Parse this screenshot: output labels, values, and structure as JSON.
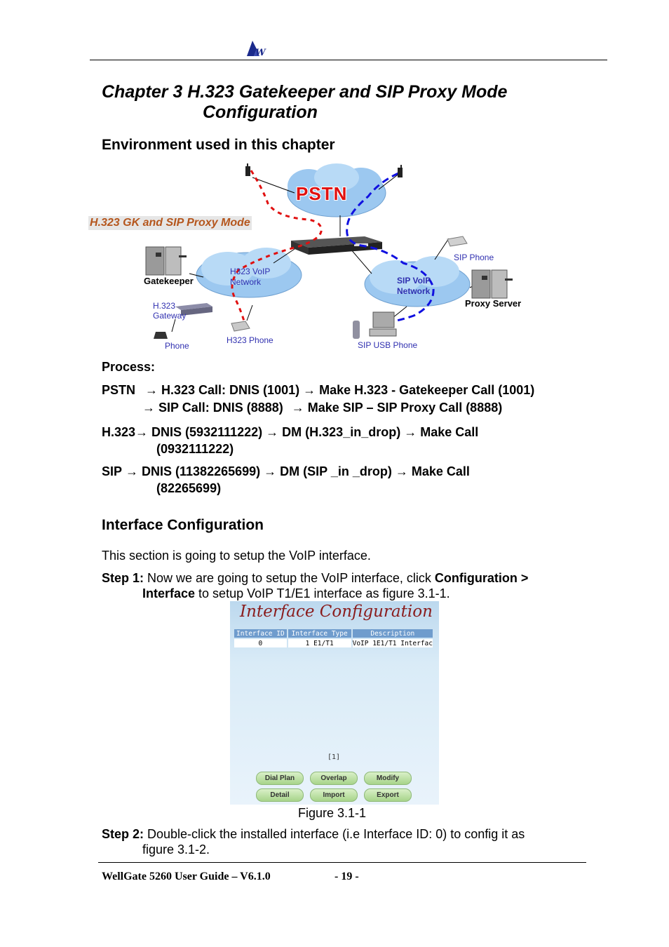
{
  "header": {
    "logo_icon": "wellgate-logo-icon"
  },
  "chapter": {
    "title_line1": "Chapter 3 H.323 Gatekeeper and SIP Proxy Mode",
    "title_line2": "Configuration"
  },
  "env_section": {
    "heading": "Environment used in this chapter"
  },
  "diagram": {
    "banner": "H.323 GK and SIP Proxy Mode",
    "pstn": "PSTN",
    "gatekeeper": "Gatekeeper",
    "h323_network_l1": "H323 VoIP",
    "h323_network_l2": "Network",
    "sip_network_l1": "SIP VoIP",
    "sip_network_l2": "Network",
    "h323_gateway_l1": "H.323",
    "h323_gateway_l2": "Gateway",
    "phone": "Phone",
    "h323_phone": "H323 Phone",
    "sip_phone": "SIP Phone",
    "proxy_server": "Proxy Server",
    "sip_usb_phone": "SIP USB Phone",
    "colors": {
      "red_path": "#e01010",
      "blue_path": "#1010e0",
      "cloud": "#9cc8f0"
    }
  },
  "process": {
    "label": "Process:",
    "pstn": {
      "p1": "PSTN",
      "p2": "H.323 Call: DNIS (1001)",
      "p3": "Make H.323 - Gatekeeper Call (1001)",
      "p4": "SIP Call: DNIS (8888)",
      "p5": "Make SIP – SIP Proxy Call (8888)"
    },
    "h323": {
      "p1": "H.323",
      "p2": "DNIS (5932111222)",
      "p3": "DM (H.323_in_drop)",
      "p4": "Make Call",
      "p5": "(0932111222)"
    },
    "sip": {
      "p1": "SIP",
      "p2": "DNIS (11382265699)",
      "p3": "DM (SIP _in _drop)",
      "p4": "Make Call",
      "p5": "(82265699)"
    },
    "arrow": "→"
  },
  "interface_section": {
    "heading": "Interface Configuration",
    "intro": "This section is going to setup the VoIP interface.",
    "step1_label": "Step 1:",
    "step1_text_a": " Now we are going to setup the VoIP interface, click ",
    "step1_bold_a": "Configuration >",
    "step1_bold_b": "Interface",
    "step1_text_b": " to setup VoIP T1/E1 interface as figure 3.1-1."
  },
  "screenshot": {
    "title": "Interface Configuration",
    "columns": [
      "Interface ID",
      "Interface Type",
      "Description"
    ],
    "rows": [
      [
        "0",
        "1 E1/T1",
        "VoIP 1E1/T1 Interfac"
      ]
    ],
    "pager": "[1]",
    "buttons": [
      "Dial Plan",
      "Overlap",
      "Modify",
      "Detail",
      "Import",
      "Export"
    ]
  },
  "figure_caption": "Figure 3.1-1",
  "step2": {
    "label": "Step 2:",
    "text_a": " Double-click the installed interface (i.e Interface ID: 0) to config it as",
    "text_b": "figure 3.1-2."
  },
  "footer": {
    "guide": "WellGate 5260 User Guide – V6.1.0",
    "page": "- 19 -"
  }
}
